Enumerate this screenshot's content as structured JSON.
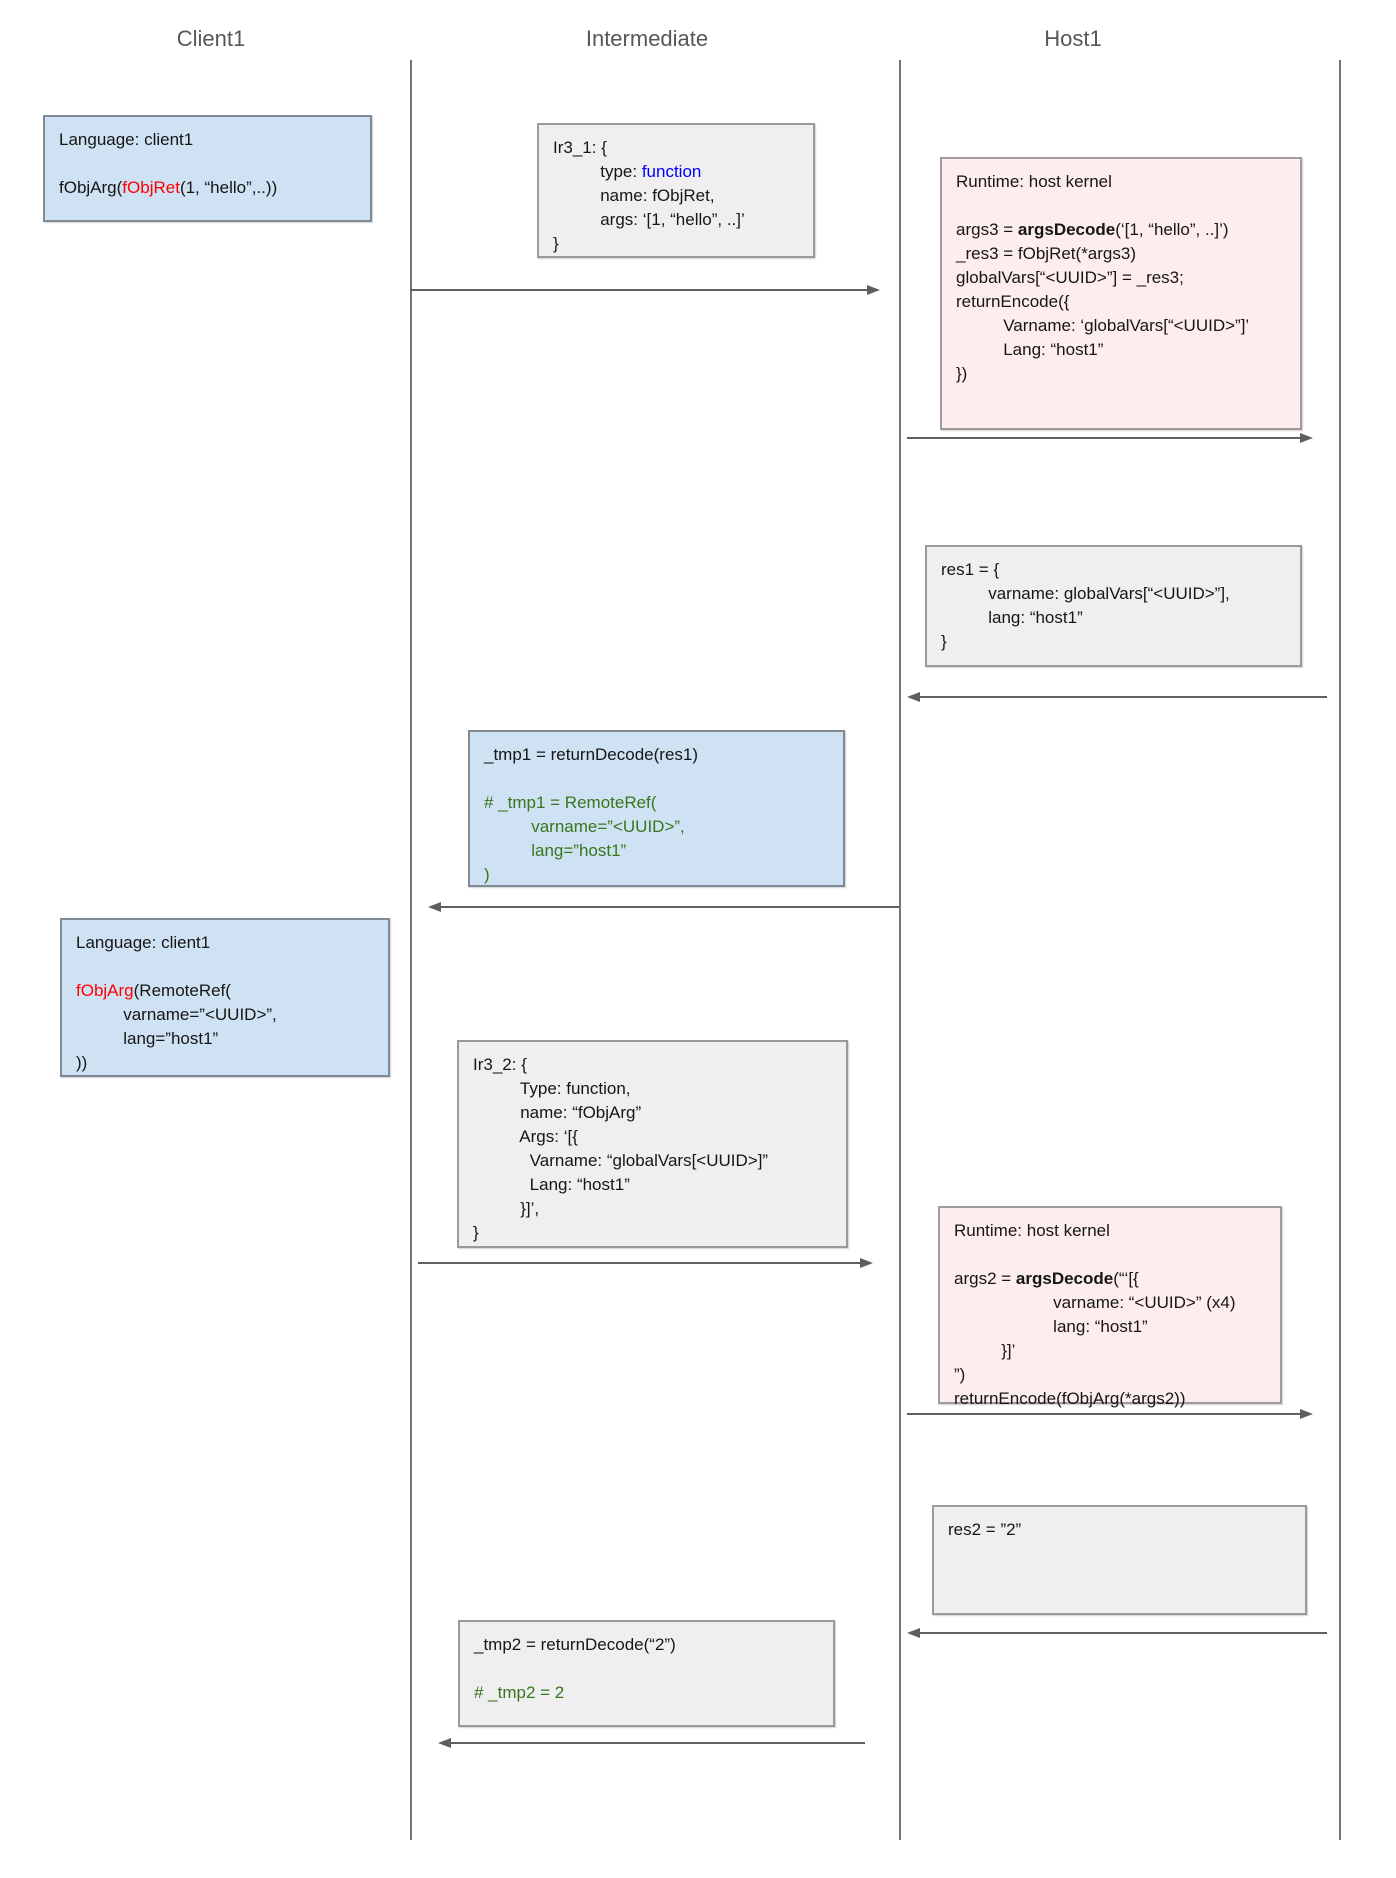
{
  "colors": {
    "header-text": "#575757",
    "lane-line": "#757575",
    "arrow": "#5f5f5f",
    "code-text": "#161616",
    "client-box-bg": "#cfe2f3",
    "client-box-border": "#7f8a94",
    "neutral-box-bg": "#efefef",
    "neutral-box-border": "#9a9a9a",
    "host-box-bg": "#fdeded",
    "host-box-border": "#a39b9b",
    "red": "#ff0000",
    "blue": "#0000ff",
    "green": "#38761d"
  },
  "lanes": [
    {
      "label": "Client1"
    },
    {
      "label": "Intermediate"
    },
    {
      "label": "Host1"
    }
  ],
  "boxes": {
    "client_call_1": {
      "kind": "client-language-call",
      "lines": [
        [
          {
            "t": "Language: client1"
          }
        ],
        [],
        [
          {
            "t": "fObjArg("
          },
          {
            "t": "fObjRet",
            "c": "red"
          },
          {
            "t": "(1, “hello”,..))"
          }
        ]
      ]
    },
    "ir3_1": {
      "kind": "intermediate-representation",
      "lines": [
        [
          {
            "t": "Ir3_1: {"
          }
        ],
        [
          {
            "t": "          type: "
          },
          {
            "t": "function",
            "c": "blue"
          }
        ],
        [
          {
            "t": "          name: fObjRet,"
          }
        ],
        [
          {
            "t": "          args: ‘[1, “hello”, ..]’"
          }
        ],
        [
          {
            "t": "}"
          }
        ]
      ]
    },
    "host_runtime_1": {
      "kind": "host-kernel-runtime",
      "lines": [
        [
          {
            "t": "Runtime: host kernel"
          }
        ],
        [],
        [
          {
            "t": "args3 = "
          },
          {
            "t": "argsDecode",
            "c": "bold"
          },
          {
            "t": "(‘[1, “hello”, ..]’)"
          }
        ],
        [
          {
            "t": "_res3 = fObjRet(*args3)"
          }
        ],
        [
          {
            "t": "globalVars[“<UUID>”] = _res3;"
          }
        ],
        [
          {
            "t": "returnEncode({"
          }
        ],
        [
          {
            "t": "          Varname: ‘globalVars[“<UUID>”]’"
          }
        ],
        [
          {
            "t": "          Lang: “host1”"
          }
        ],
        [
          {
            "t": "})"
          }
        ]
      ]
    },
    "res1": {
      "kind": "host-result",
      "lines": [
        [
          {
            "t": "res1 = {"
          }
        ],
        [
          {
            "t": "          varname: globalVars[“<UUID>”],"
          }
        ],
        [
          {
            "t": "          lang: “host1”"
          }
        ],
        [
          {
            "t": "}"
          }
        ]
      ]
    },
    "tmp1": {
      "kind": "intermediate-decode",
      "lines": [
        [
          {
            "t": "_tmp1 = returnDecode(res1)"
          }
        ],
        [],
        [
          {
            "t": "# _tmp1 = RemoteRef(",
            "c": "green"
          }
        ],
        [
          {
            "t": "          varname=”<UUID>”,",
            "c": "green"
          }
        ],
        [
          {
            "t": "          lang=”host1”",
            "c": "green"
          }
        ],
        [
          {
            "t": ")",
            "c": "green"
          }
        ]
      ]
    },
    "client_call_2": {
      "kind": "client-language-call",
      "lines": [
        [
          {
            "t": "Language: client1"
          }
        ],
        [],
        [
          {
            "t": "fObjArg",
            "c": "red"
          },
          {
            "t": "(RemoteRef("
          }
        ],
        [
          {
            "t": "          varname=”<UUID>”,"
          }
        ],
        [
          {
            "t": "          lang=”host1”"
          }
        ],
        [
          {
            "t": "))"
          }
        ]
      ]
    },
    "ir3_2": {
      "kind": "intermediate-representation",
      "lines": [
        [
          {
            "t": "Ir3_2: {"
          }
        ],
        [
          {
            "t": "          Type: function,"
          }
        ],
        [
          {
            "t": "          name: “fObjArg”"
          }
        ],
        [
          {
            "t": "          Args: ‘[{"
          }
        ],
        [
          {
            "t": "            Varname: “globalVars[<UUID>]”"
          }
        ],
        [
          {
            "t": "            Lang: “host1”"
          }
        ],
        [
          {
            "t": "          }]’,"
          }
        ],
        [
          {
            "t": "}"
          }
        ]
      ]
    },
    "host_runtime_2": {
      "kind": "host-kernel-runtime",
      "lines": [
        [
          {
            "t": "Runtime: host kernel"
          }
        ],
        [],
        [
          {
            "t": "args2 = "
          },
          {
            "t": "argsDecode",
            "c": "bold"
          },
          {
            "t": "(“‘[{"
          }
        ],
        [
          {
            "t": "                     varname: “<UUID>” (x4)"
          }
        ],
        [
          {
            "t": "                     lang: “host1”"
          }
        ],
        [
          {
            "t": "          }]’"
          }
        ],
        [
          {
            "t": "”)"
          }
        ],
        [
          {
            "t": "returnEncode(fObjArg(*args2))"
          }
        ]
      ]
    },
    "res2": {
      "kind": "host-result",
      "lines": [
        [
          {
            "t": "res2 = ”2”"
          }
        ]
      ]
    },
    "tmp2": {
      "kind": "intermediate-decode",
      "lines": [
        [
          {
            "t": "_tmp2 = returnDecode(“2”)"
          }
        ],
        [],
        [
          {
            "t": "# _tmp2 = 2",
            "c": "green"
          }
        ]
      ]
    }
  },
  "arrows": [
    {
      "from": "Intermediate",
      "to": "lane-2",
      "direction": "right"
    },
    {
      "from": "lane-2",
      "to": "Host1",
      "direction": "right"
    },
    {
      "from": "Host1",
      "to": "lane-2",
      "direction": "left"
    },
    {
      "from": "lane-2",
      "to": "Intermediate",
      "direction": "left"
    },
    {
      "from": "Intermediate",
      "to": "lane-2",
      "direction": "right"
    },
    {
      "from": "lane-2",
      "to": "Host1",
      "direction": "right"
    },
    {
      "from": "Host1",
      "to": "lane-2",
      "direction": "left"
    },
    {
      "from": "lane-2",
      "to": "Intermediate",
      "direction": "left"
    }
  ]
}
